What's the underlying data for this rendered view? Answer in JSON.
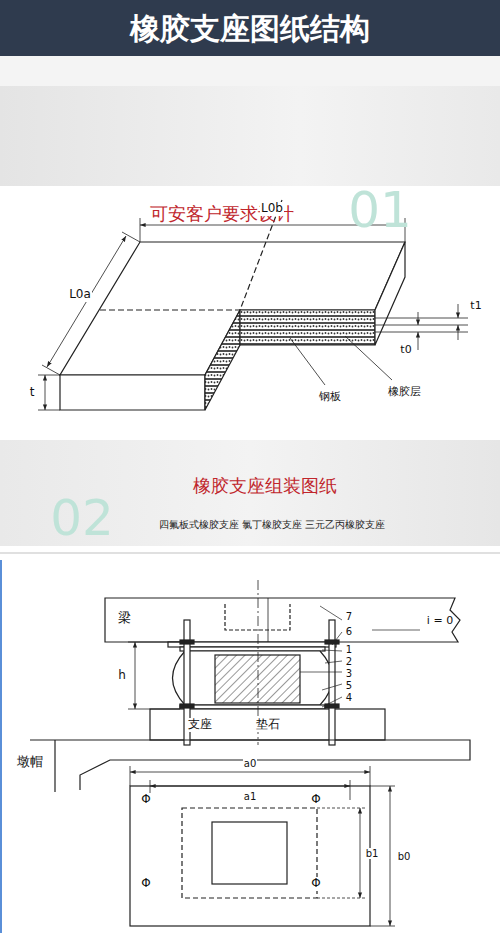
{
  "diagram": {
    "title": "橡胶支座图纸结构",
    "nodes": [
      {
        "text": [
          "可安客户要求设计",
          "01"
        ]
      },
      {
        "text": [
          "橡胶支座组装图纸",
          "02",
          "四氟板式橡胶支座 氯丁橡胶支座 三元乙丙橡胶支座"
        ]
      }
    ],
    "labels": [
      "L0b",
      "L0a",
      "t",
      "t1",
      "t0",
      "钢板",
      "橡胶层",
      "梁",
      "7",
      "i = 0",
      "6",
      "1",
      "h",
      "2",
      "3",
      "5",
      "4",
      "支座",
      "垫石",
      "墩帽",
      "a0",
      "a1",
      "Φ",
      "Φ",
      "Φ",
      "Φ",
      "b1",
      "b0"
    ]
  }
}
